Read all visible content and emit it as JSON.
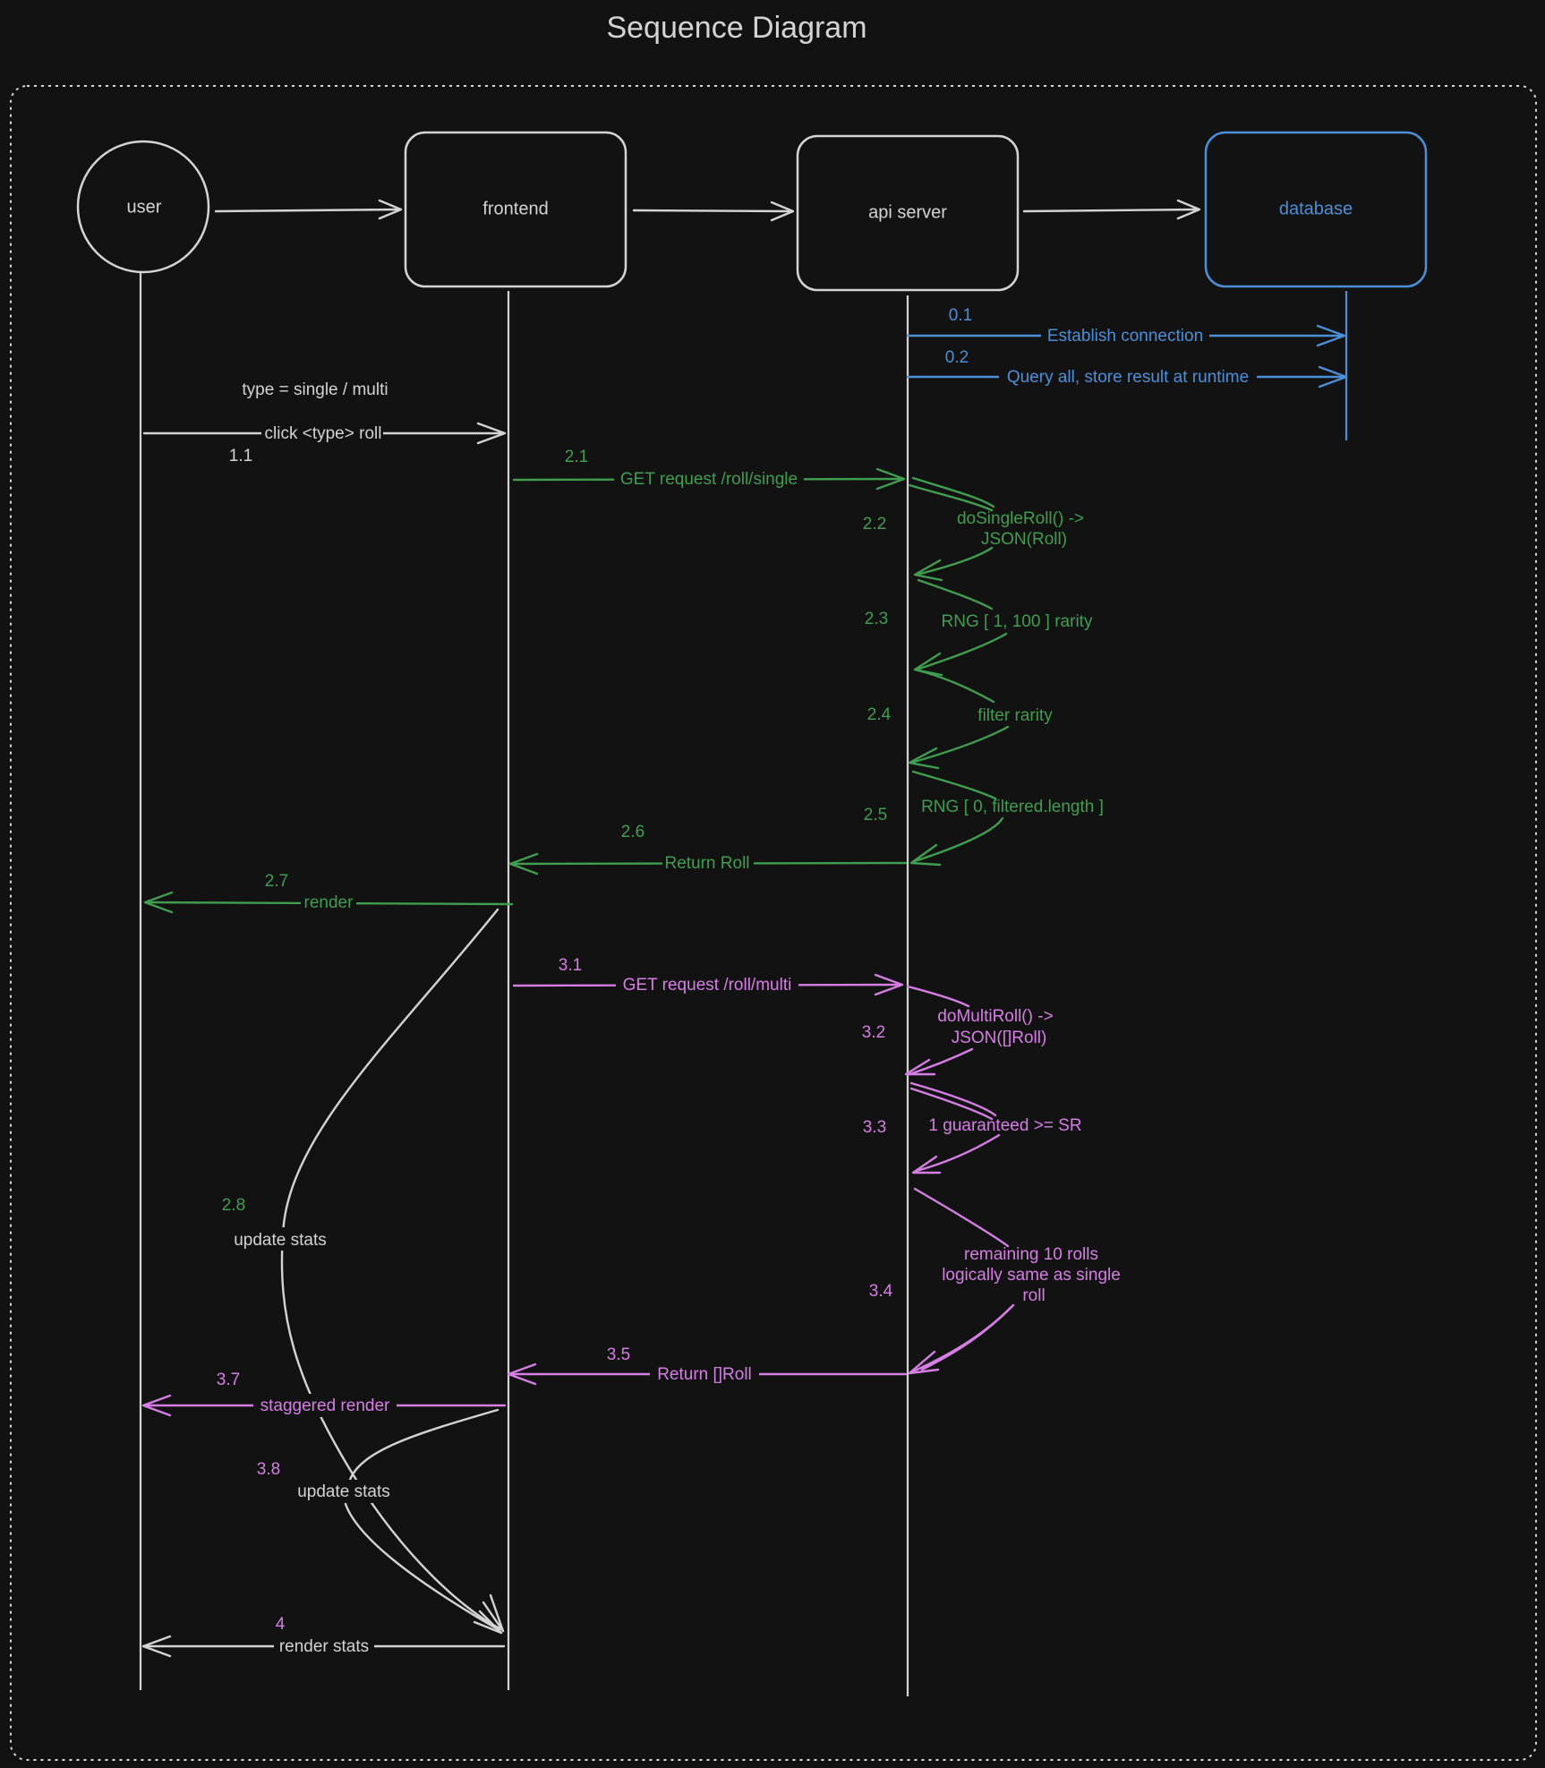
{
  "title": "Sequence Diagram",
  "colors": {
    "background": "#121212",
    "neutral": "#d4d4d4",
    "db_blue": "#4a90d9",
    "single_green": "#3f9e4f",
    "multi_pink": "#d77ee6"
  },
  "participants": {
    "user": "user",
    "frontend": "frontend",
    "api": "api server",
    "db": "database"
  },
  "messages": {
    "m01": {
      "num": "0.1",
      "label": "Establish connection"
    },
    "m02": {
      "num": "0.2",
      "label": "Query all, store result at runtime"
    },
    "note_type": "type = single / multi",
    "m11": {
      "num": "1.1",
      "label": "click <type> roll"
    },
    "m21": {
      "num": "2.1",
      "label": "GET request /roll/single"
    },
    "m22": {
      "num": "2.2",
      "label_line1": "doSingleRoll() ->",
      "label_line2": "JSON(Roll)"
    },
    "m23": {
      "num": "2.3",
      "label": "RNG [ 1, 100 ] rarity"
    },
    "m24": {
      "num": "2.4",
      "label": "filter rarity"
    },
    "m25": {
      "num": "2.5",
      "label": "RNG [ 0, filtered.length ]"
    },
    "m26": {
      "num": "2.6",
      "label": "Return Roll"
    },
    "m27": {
      "num": "2.7",
      "label": "render"
    },
    "m28": {
      "num": "2.8",
      "label": "update stats"
    },
    "m31": {
      "num": "3.1",
      "label": "GET request /roll/multi"
    },
    "m32": {
      "num": "3.2",
      "label_line1": "doMultiRoll() ->",
      "label_line2": "JSON([]Roll)"
    },
    "m33": {
      "num": "3.3",
      "label": "1 guaranteed >= SR"
    },
    "m34": {
      "num": "3.4",
      "label_line1": "remaining 10 rolls",
      "label_line2": "logically same as single",
      "label_line3": "roll"
    },
    "m35": {
      "num": "3.5",
      "label": "Return []Roll"
    },
    "m37": {
      "num": "3.7",
      "label": "staggered render"
    },
    "m38": {
      "num": "3.8",
      "label": "update stats"
    },
    "m4": {
      "num": "4",
      "label": "render stats"
    }
  }
}
